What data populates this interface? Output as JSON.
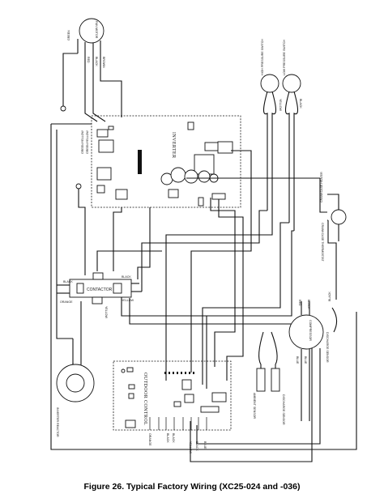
{
  "caption": "Figure 26. Typical Factory Wiring (XC25-024 and -036)",
  "components": {
    "fan_motor": "FAN MOTOR",
    "inverter": "INVERTER",
    "outdoor_control": "OUTDOOR CONTROL",
    "contactor": "CONTACTOR",
    "inverter_reactor": "INVERTER REACTOR",
    "compressor": "COMPRESSOR",
    "high_pressure_switch": "HIGH PRESSURE SWITCH",
    "low_pressure_switch": "LOW PRESSURE SWITCH",
    "crankcase_heater": "CRANKCASE HEATER",
    "ambient_sensor": "AMBIENT SENSOR",
    "discharge_sensor": "DISCHARGE SENSOR",
    "crankcase_thermostat": "CRANKCASE THERMOSTAT",
    "discharge_sensor_2": "DISCHARGE SENSOR"
  },
  "wire_colors": {
    "green": "GREEN",
    "red": "RED",
    "black": "BLACK",
    "brown": "BROWN",
    "yellow": "YELLOW",
    "blue": "BLUE",
    "green_yellow": "GREEN/YELLOW",
    "orange": "ORANGE"
  }
}
